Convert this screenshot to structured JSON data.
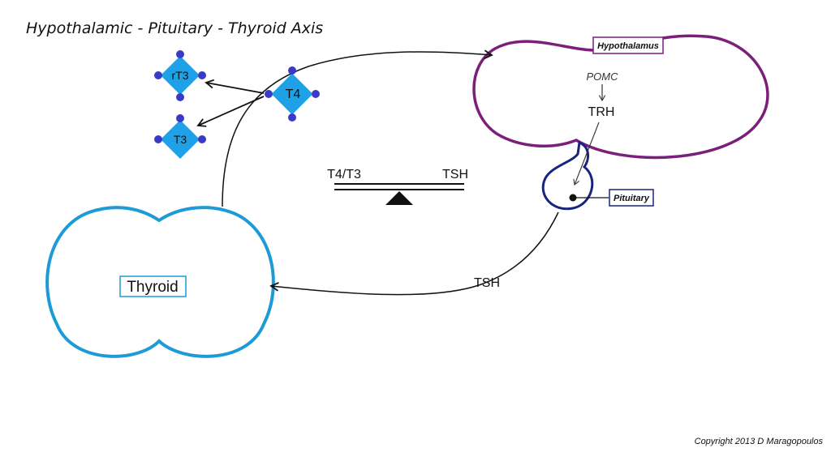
{
  "title": "Hypothalamic - Pituitary - Thyroid Axis",
  "molecules": {
    "t4_label": "T4",
    "rt3_label": "rT3",
    "t3_label": "T3"
  },
  "hypothalamus": {
    "label": "Hypothalamus",
    "precursor": "POMC",
    "hormone": "TRH",
    "color": "#7B1F7B"
  },
  "pituitary": {
    "label": "Pituitary",
    "color": "#1A237E"
  },
  "thyroid": {
    "label": "Thyroid",
    "color": "#1E9BD7"
  },
  "balance": {
    "left_label": "T4/T3",
    "right_label": "TSH"
  },
  "pathway": {
    "tsh_label": "TSH"
  },
  "molecule_colors": {
    "fill": "#1EA1E6",
    "node": "#3A3AC8"
  },
  "copyright": "Copyright 2013 D Maragopoulos"
}
